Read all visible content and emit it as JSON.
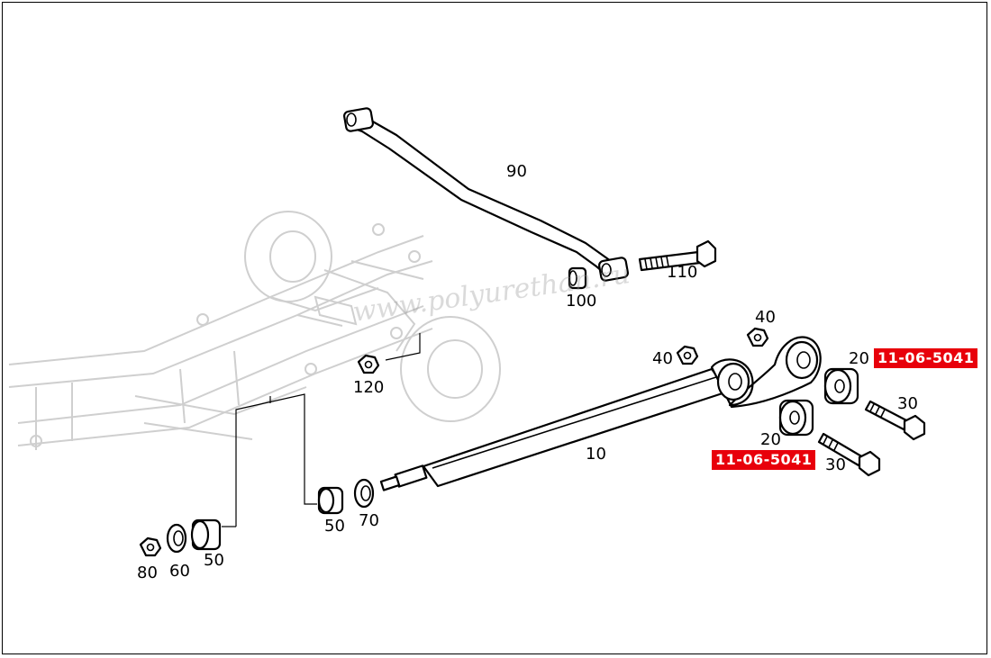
{
  "watermark": "www.polyurethan.ru",
  "callouts": [
    {
      "id": "c10",
      "text": "10"
    },
    {
      "id": "c20a",
      "text": "20"
    },
    {
      "id": "c20b",
      "text": "20"
    },
    {
      "id": "c30a",
      "text": "30"
    },
    {
      "id": "c30b",
      "text": "30"
    },
    {
      "id": "c40a",
      "text": "40"
    },
    {
      "id": "c40b",
      "text": "40"
    },
    {
      "id": "c50a",
      "text": "50"
    },
    {
      "id": "c50b",
      "text": "50"
    },
    {
      "id": "c60",
      "text": "60"
    },
    {
      "id": "c70",
      "text": "70"
    },
    {
      "id": "c80",
      "text": "80"
    },
    {
      "id": "c90",
      "text": "90"
    },
    {
      "id": "c100",
      "text": "100"
    },
    {
      "id": "c110",
      "text": "110"
    },
    {
      "id": "c120",
      "text": "120"
    }
  ],
  "part_numbers": [
    {
      "id": "pn-top",
      "text": "11-06-5041"
    },
    {
      "id": "pn-bottom",
      "text": "11-06-5041"
    }
  ],
  "colors": {
    "part_number_bg": "#e8000b",
    "part_number_text": "#ffffff",
    "ghost_frame": "#cfcfcf"
  }
}
